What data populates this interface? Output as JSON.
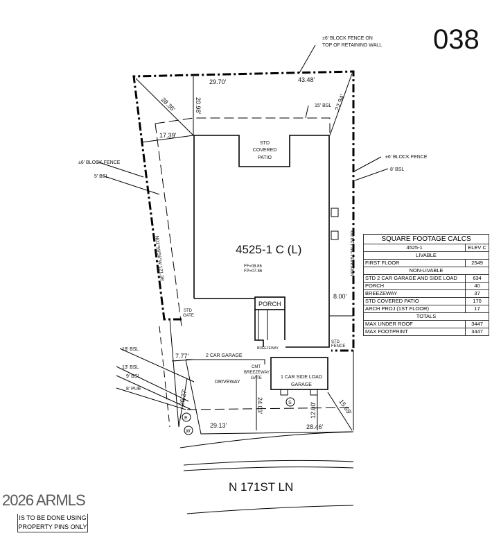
{
  "sheet_number": "038",
  "lot_labels": {
    "fence_top": "±6' BLOCK FENCE ON",
    "fence_top_2": "TOP OF RETAINING WALL",
    "fence_left": "±6' BLOCK FENCE",
    "bsl_left": "5' BSL",
    "fence_right": "±6' BLOCK FENCE",
    "bsl_right": "8' BSL",
    "bsl_rear": "15' BSL",
    "bsl_18": "18' BSL",
    "bsl_13": "13' BSL",
    "bsl_9": "9' BSL",
    "pue_8": "8' PUE",
    "left_bearing": "N01°59'56\"W 121.36'",
    "right_bearing": "N00°34'51\"W 120.00'",
    "std_gate": [
      "STD",
      "GATE"
    ],
    "std_fence": [
      "STD",
      "FENCE"
    ]
  },
  "dimensions": {
    "d1": "29.70'",
    "d2": "43.48'",
    "d3": "28.36'",
    "d4": "20.98'",
    "d5": "22.94'",
    "d6": "17.39'",
    "d7": "8.00'",
    "d8": "7.77'",
    "d9": "26.27'",
    "d10": "24.03'",
    "d11": "12.00'",
    "d12": "15.69'",
    "d13": "28.46'",
    "d14": "29.13'"
  },
  "house": {
    "plan": "4525-1 C (L)",
    "ff": "FF=08.86",
    "fp": "FP=07.86",
    "patio": [
      "STD",
      "COVERED",
      "PATIO"
    ],
    "porch": "PORCH",
    "breezeway": "BREEZEWAY",
    "garage2": "2 CAR GARAGE",
    "garage1": [
      "1 CAR SIDE LOAD",
      "GARAGE"
    ],
    "driveway": "DRIVEWAY",
    "breezeway_gate": [
      "CMT",
      "BREEZEWAY",
      "GATE"
    ]
  },
  "utilities": {
    "s": "S",
    "e": "E",
    "w": "W"
  },
  "street": "N 171ST LN",
  "sqft_table": {
    "title": "SQUARE FOOTAGE CALCS",
    "plan": "4525-1",
    "elev": "ELEV C",
    "livable_header": "LIVABLE",
    "livable": [
      {
        "label": "FIRST FLOOR",
        "value": "2549"
      }
    ],
    "nonlivable_header": "NON-LIVABLE",
    "nonlivable": [
      {
        "label": "STD 2 CAR GARAGE AND SIDE LOAD",
        "value": "634"
      },
      {
        "label": "PORCH",
        "value": "40"
      },
      {
        "label": "BREEZEWAY",
        "value": "37"
      },
      {
        "label": "STD COVERED PATIO",
        "value": "170"
      },
      {
        "label": "ARCH PROJ (1ST FLOOR)",
        "value": "17"
      }
    ],
    "totals_header": "TOTALS",
    "totals": [
      {
        "label": "MAX UNDER ROOF",
        "value": "3447"
      },
      {
        "label": "MAX FOOTPRINT",
        "value": "3447"
      }
    ]
  },
  "note": [
    "IS TO BE DONE USING",
    "PROPERTY PINS ONLY"
  ],
  "watermark": "2026 ARMLS"
}
